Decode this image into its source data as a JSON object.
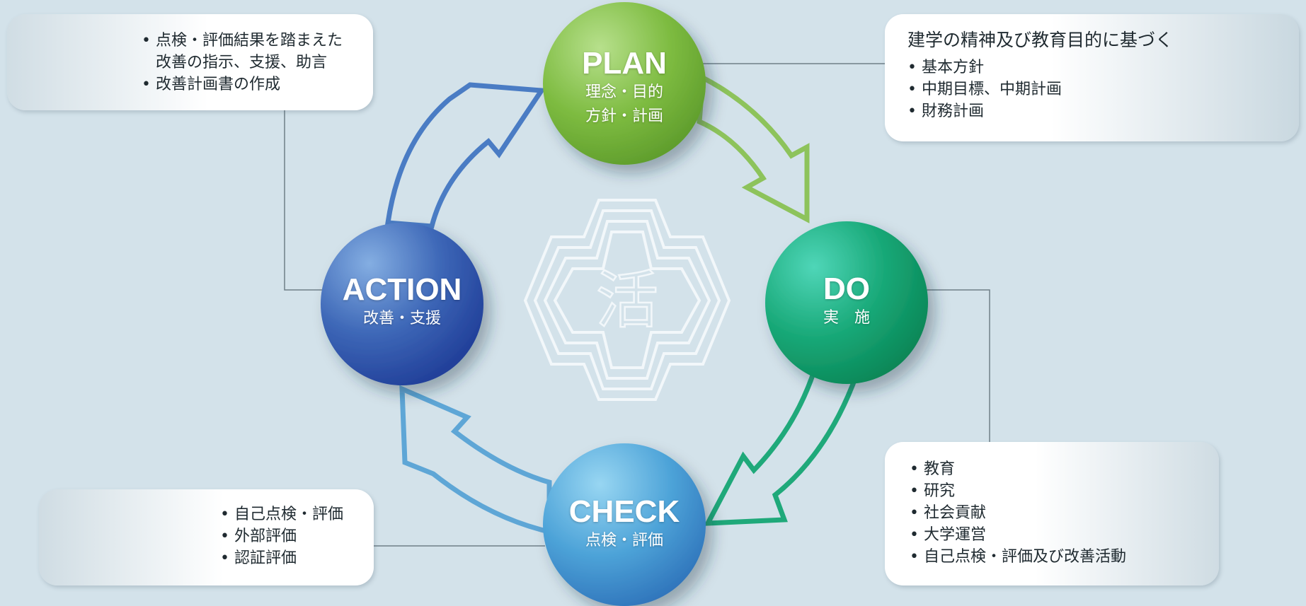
{
  "plan": {
    "title": "PLAN",
    "sub1": "理念・目的",
    "sub2": "方針・計画"
  },
  "do": {
    "title": "DO",
    "sub1": "実　施"
  },
  "check": {
    "title": "CHECK",
    "sub1": "点検・評価"
  },
  "action": {
    "title": "ACTION",
    "sub1": "改善・支援"
  },
  "logo": {
    "glyph": "活"
  },
  "action_box": {
    "items": [
      {
        "text": "点検・評価結果を踏まえた",
        "continuation": "改善の指示、支援、助言"
      },
      {
        "text": "改善計画書の作成"
      }
    ]
  },
  "plan_box": {
    "heading": "建学の精神及び教育目的に基づく",
    "items": [
      "基本方針",
      "中期目標、中期計画",
      "財務計画"
    ]
  },
  "do_box": {
    "items": [
      "教育",
      "研究",
      "社会貢献",
      "大学運営",
      "自己点検・評価及び改善活動"
    ]
  },
  "check_box": {
    "items": [
      "自己点検・評価",
      "外部評価",
      "認証評価"
    ]
  },
  "colors": {
    "background": "#d3e2ea",
    "plan": "#7cbb3f",
    "do": "#17a473",
    "check": "#4a9ed4",
    "action": "#3a63b4",
    "arrow_plan_do": "#8dc35b",
    "arrow_do_check": "#1fa97a",
    "arrow_check_action": "#5ea6d6",
    "arrow_action_plan": "#4a7cc4",
    "connector": "#6f7f88"
  }
}
